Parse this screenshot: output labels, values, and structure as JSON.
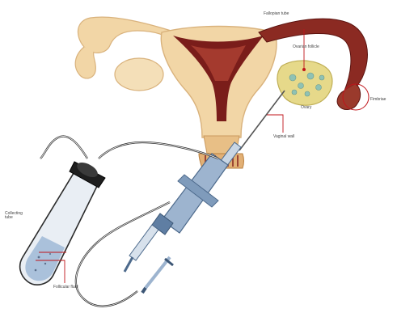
{
  "labels": {
    "fallopian_tube": "Fallopian tube",
    "ovarian_follicle": "Ovarian follicle",
    "ovary": "Ovary",
    "fimbriae": "Fimbriae",
    "vaginal_wall": "Vaginal wall",
    "collecting_tube": "Collecting tube",
    "follicular_fluid": "Follicular fluid"
  },
  "colors": {
    "uterus": "#f2d6a6",
    "uterus_outline": "#d9b27c",
    "cavity": "#7a1d1a",
    "tube_dark": "#8b2a22",
    "ovary": "#e6d98a",
    "follicle": "#8fc2b4",
    "syringe_body": "#9db4cf",
    "syringe_dark": "#4d6a8c",
    "pointer": "#c0141a",
    "line": "#2b2b2b"
  }
}
